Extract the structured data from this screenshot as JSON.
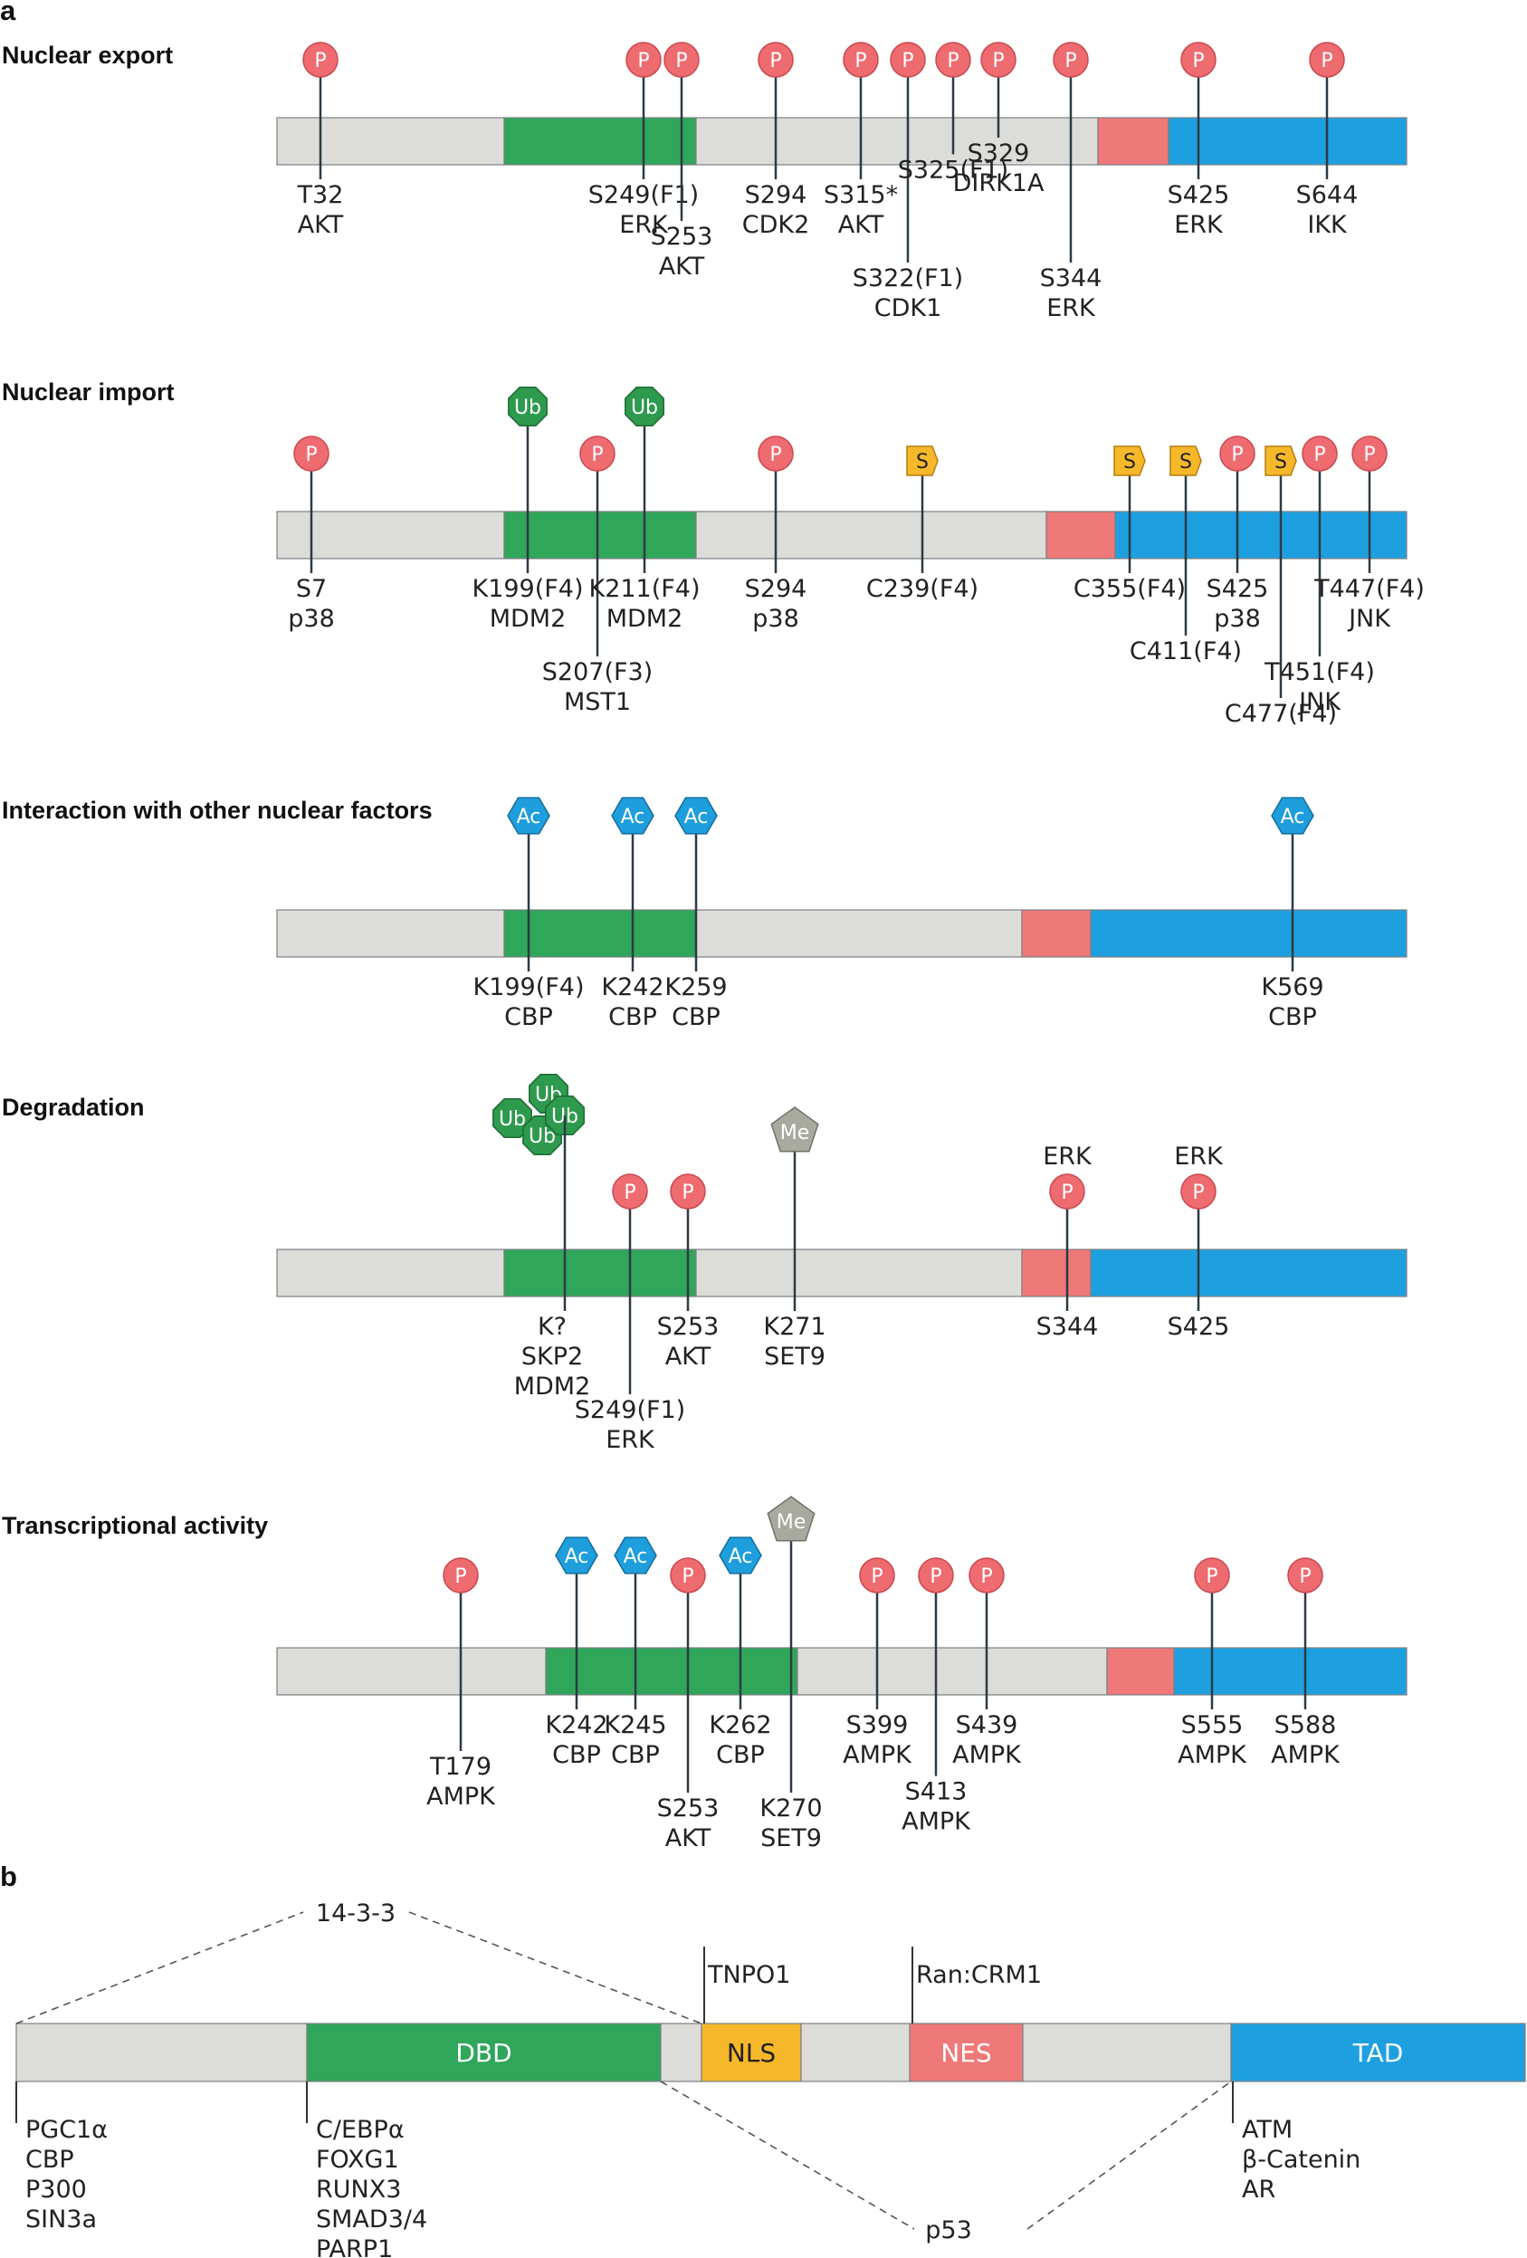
{
  "colors": {
    "grey": "#dcdcd8",
    "green": "#2fa65a",
    "red": "#ef7878",
    "blue": "#1ea0e0",
    "phospho": "#ee6b70",
    "ubiquitin": "#2e9a4e",
    "acetyl": "#1e9edc",
    "sumo": "#f6b82a",
    "methyl": "#a8aaa0"
  },
  "marker_text": {
    "P": "P",
    "Ub": "Ub",
    "Ac": "Ac",
    "S": "S",
    "Me": "Me"
  },
  "panel_a": {
    "letter": "a",
    "sections": [
      {
        "title": "Nuclear export",
        "bar": {
          "start": 0,
          "end": 1248,
          "segments": [
            {
              "color": "grey",
              "from": 0,
              "to": 251
            },
            {
              "color": "green",
              "from": 251,
              "to": 463
            },
            {
              "color": "grey",
              "from": 463,
              "to": 907
            },
            {
              "color": "red",
              "from": 907,
              "to": 985
            },
            {
              "color": "blue",
              "from": 985,
              "to": 1248
            }
          ]
        },
        "sites": [
          {
            "type": "P",
            "pos": 48,
            "marker_row": 0,
            "label_row": 0,
            "lines": [
              "T32",
              "AKT"
            ]
          },
          {
            "type": "P",
            "pos": 405,
            "marker_row": 0,
            "label_row": 0,
            "lines": [
              "S249(F1)",
              "ERK"
            ]
          },
          {
            "type": "P",
            "pos": 447,
            "marker_row": 0,
            "label_row": 1,
            "lines": [
              "S253",
              "AKT"
            ]
          },
          {
            "type": "P",
            "pos": 551,
            "marker_row": 0,
            "label_row": 0,
            "lines": [
              "S294",
              "CDK2"
            ]
          },
          {
            "type": "P",
            "pos": 645,
            "marker_row": 0,
            "label_row": 0,
            "lines": [
              "S315*",
              "AKT"
            ]
          },
          {
            "type": "P",
            "pos": 697,
            "marker_row": 0,
            "label_row": 2,
            "lines": [
              "S322(F1)",
              "CDK1"
            ]
          },
          {
            "type": "P",
            "pos": 747,
            "marker_row": 0,
            "label_row": -0.6,
            "lines": [
              "S325(F1)"
            ]
          },
          {
            "type": "P",
            "pos": 797,
            "marker_row": 0,
            "label_row": -1,
            "lines": [
              "S329",
              "DIRK1A"
            ]
          },
          {
            "type": "P",
            "pos": 877,
            "marker_row": 0,
            "label_row": 2,
            "lines": [
              "S344",
              "ERK"
            ]
          },
          {
            "type": "P",
            "pos": 1018,
            "marker_row": 0,
            "label_row": 0,
            "lines": [
              "S425",
              "ERK"
            ]
          },
          {
            "type": "P",
            "pos": 1160,
            "marker_row": 0,
            "label_row": 0,
            "lines": [
              "S644",
              "IKK"
            ]
          }
        ]
      },
      {
        "title": "Nuclear import",
        "bar": {
          "start": 0,
          "end": 1248,
          "segments": [
            {
              "color": "grey",
              "from": 0,
              "to": 251
            },
            {
              "color": "green",
              "from": 251,
              "to": 463
            },
            {
              "color": "grey",
              "from": 463,
              "to": 850
            },
            {
              "color": "red",
              "from": 850,
              "to": 926
            },
            {
              "color": "blue",
              "from": 926,
              "to": 1248
            }
          ]
        },
        "sites": [
          {
            "type": "P",
            "pos": 38,
            "marker_row": 0,
            "label_row": 0,
            "lines": [
              "S7",
              "p38"
            ]
          },
          {
            "type": "Ub",
            "pos": 277,
            "marker_row": 1,
            "label_row": 0,
            "lines": [
              "K199(F4)",
              "MDM2"
            ]
          },
          {
            "type": "P",
            "pos": 354,
            "marker_row": 0,
            "label_row": 2,
            "lines": [
              "S207(F3)",
              "MST1"
            ]
          },
          {
            "type": "Ub",
            "pos": 406,
            "marker_row": 1,
            "label_row": 0,
            "lines": [
              "K211(F4)",
              "MDM2"
            ]
          },
          {
            "type": "P",
            "pos": 551,
            "marker_row": 0,
            "label_row": 0,
            "lines": [
              "S294",
              "p38"
            ]
          },
          {
            "type": "S",
            "pos": 713,
            "marker_row": 0.5,
            "label_row": 0,
            "lines": [
              "C239(F4)"
            ]
          },
          {
            "type": "S",
            "pos": 942,
            "marker_row": 0.5,
            "label_row": 0,
            "lines": [
              "C355(F4)"
            ]
          },
          {
            "type": "S",
            "pos": 1004,
            "marker_row": 0.5,
            "label_row": 1.5,
            "lines": [
              "C411(F4)"
            ]
          },
          {
            "type": "P",
            "pos": 1061,
            "marker_row": 0,
            "label_row": 0,
            "lines": [
              "S425",
              "p38"
            ]
          },
          {
            "type": "S",
            "pos": 1109,
            "marker_row": 0.5,
            "label_row": 3,
            "lines": [
              "C477(F4)"
            ]
          },
          {
            "type": "P",
            "pos": 1152,
            "marker_row": 0,
            "label_row": 2,
            "lines": [
              "T451(F4)",
              "JNK"
            ]
          },
          {
            "type": "P",
            "pos": 1207,
            "marker_row": 0,
            "label_row": 0,
            "lines": [
              "T447(F4)",
              "JNK"
            ]
          }
        ]
      },
      {
        "title": "Interaction with other nuclear factors",
        "bar": {
          "start": 0,
          "end": 1248,
          "segments": [
            {
              "color": "grey",
              "from": 0,
              "to": 251
            },
            {
              "color": "green",
              "from": 251,
              "to": 463
            },
            {
              "color": "grey",
              "from": 463,
              "to": 823
            },
            {
              "color": "red",
              "from": 823,
              "to": 899
            },
            {
              "color": "blue",
              "from": 899,
              "to": 1248
            }
          ]
        },
        "sites": [
          {
            "type": "Ac",
            "pos": 278,
            "marker_row": 0,
            "label_row": 0,
            "lines": [
              "K199(F4)",
              "CBP"
            ]
          },
          {
            "type": "Ac",
            "pos": 393,
            "marker_row": 0,
            "label_row": 0,
            "lines": [
              "K242",
              "CBP"
            ]
          },
          {
            "type": "Ac",
            "pos": 463,
            "marker_row": 0,
            "label_row": 0,
            "lines": [
              "K259",
              "CBP"
            ]
          },
          {
            "type": "Ac",
            "pos": 1122,
            "marker_row": 0,
            "label_row": 0,
            "lines": [
              "K569",
              "CBP"
            ]
          }
        ]
      },
      {
        "title": "Degradation",
        "bar": {
          "start": 0,
          "end": 1248,
          "segments": [
            {
              "color": "grey",
              "from": 0,
              "to": 251
            },
            {
              "color": "green",
              "from": 251,
              "to": 463
            },
            {
              "color": "grey",
              "from": 463,
              "to": 823
            },
            {
              "color": "red",
              "from": 823,
              "to": 899
            },
            {
              "color": "blue",
              "from": 899,
              "to": 1248
            }
          ]
        },
        "ub_cluster": {
          "pos": 310,
          "lines": [
            "K?",
            "SKP2",
            "MDM2"
          ],
          "label": "Ub"
        },
        "sites": [
          {
            "type": "P",
            "pos": 390,
            "marker_row": 0,
            "label_row": 2,
            "lines": [
              "S249(F1)",
              "ERK"
            ]
          },
          {
            "type": "P",
            "pos": 454,
            "marker_row": 0,
            "label_row": 0,
            "lines": [
              "S253",
              "AKT"
            ]
          },
          {
            "type": "Me",
            "pos": 572,
            "marker_row": 1,
            "label_row": 0,
            "lines": [
              "K271",
              "SET9"
            ]
          },
          {
            "type": "P",
            "pos": 873,
            "marker_row": 0,
            "label_row": 0,
            "lines": [
              "S344"
            ],
            "top": "ERK"
          },
          {
            "type": "P",
            "pos": 1018,
            "marker_row": 0,
            "label_row": 0,
            "lines": [
              "S425"
            ],
            "top": "ERK"
          }
        ]
      },
      {
        "title": "Transcriptional activity",
        "bar": {
          "start": 0,
          "end": 1248,
          "segments": [
            {
              "color": "grey",
              "from": 0,
              "to": 297
            },
            {
              "color": "green",
              "from": 297,
              "to": 575
            },
            {
              "color": "grey",
              "from": 575,
              "to": 917
            },
            {
              "color": "red",
              "from": 917,
              "to": 991
            },
            {
              "color": "blue",
              "from": 991,
              "to": 1248
            }
          ]
        },
        "sites": [
          {
            "type": "P",
            "pos": 203,
            "marker_row": 0,
            "label_row": 1,
            "lines": [
              "T179",
              "AMPK"
            ]
          },
          {
            "type": "Ac",
            "pos": 331,
            "marker_row": 1,
            "label_row": 0,
            "lines": [
              "K242",
              "CBP"
            ]
          },
          {
            "type": "Ac",
            "pos": 396,
            "marker_row": 1,
            "label_row": 0,
            "lines": [
              "K245",
              "CBP"
            ]
          },
          {
            "type": "P",
            "pos": 454,
            "marker_row": 0,
            "label_row": 2,
            "lines": [
              "S253",
              "AKT"
            ]
          },
          {
            "type": "Ac",
            "pos": 512,
            "marker_row": 1,
            "label_row": 0,
            "lines": [
              "K262",
              "CBP"
            ]
          },
          {
            "type": "Me",
            "pos": 568,
            "marker_row": 2,
            "label_row": 2,
            "lines": [
              "K270",
              "SET9"
            ]
          },
          {
            "type": "P",
            "pos": 663,
            "marker_row": 0,
            "label_row": 0,
            "lines": [
              "S399",
              "AMPK"
            ]
          },
          {
            "type": "P",
            "pos": 728,
            "marker_row": 0,
            "label_row": 1.6,
            "lines": [
              "S413",
              "AMPK"
            ]
          },
          {
            "type": "P",
            "pos": 784,
            "marker_row": 0,
            "label_row": 0,
            "lines": [
              "S439",
              "AMPK"
            ]
          },
          {
            "type": "P",
            "pos": 1033,
            "marker_row": 0,
            "label_row": 0,
            "lines": [
              "S555",
              "AMPK"
            ]
          },
          {
            "type": "P",
            "pos": 1136,
            "marker_row": 0,
            "label_row": 0,
            "lines": [
              "S588",
              "AMPK"
            ]
          }
        ]
      }
    ]
  },
  "panel_b": {
    "letter": "b",
    "domains": [
      {
        "name": "",
        "color": "grey"
      },
      {
        "name": "DBD",
        "color": "green"
      },
      {
        "name": "",
        "color": "grey"
      },
      {
        "name": "NLS",
        "color": "sumo"
      },
      {
        "name": "",
        "color": "grey"
      },
      {
        "name": "NES",
        "color": "red"
      },
      {
        "name": "",
        "color": "grey"
      },
      {
        "name": "TAD",
        "color": "blue"
      }
    ],
    "partners_top": {
      "fourteen": "14-3-3",
      "tnpo": "TNPO1",
      "ran": "Ran:CRM1"
    },
    "partners_bottom": {
      "left": [
        "PGC1α",
        "CBP",
        "P300",
        "SIN3a"
      ],
      "dbd": [
        "C/EBPα",
        "FOXG1",
        "RUNX3",
        "SMAD3/4",
        "PARP1"
      ],
      "tad": [
        "ATM",
        "β-Catenin",
        "AR"
      ],
      "p53": "p53"
    }
  }
}
